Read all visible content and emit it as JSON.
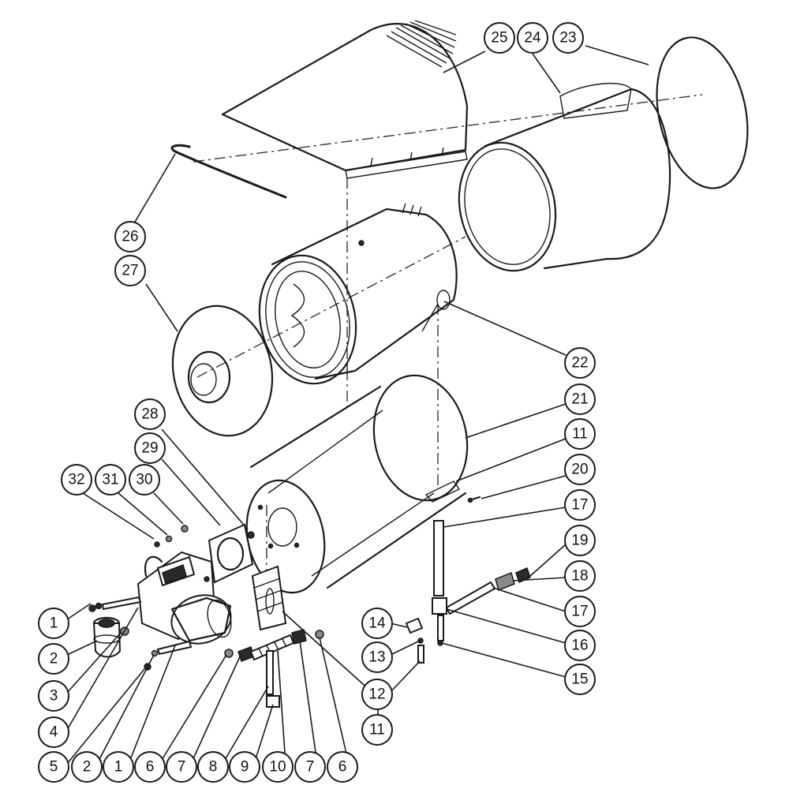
{
  "callouts": [
    {
      "id": "c25",
      "label": "25"
    },
    {
      "id": "c24",
      "label": "24"
    },
    {
      "id": "c23",
      "label": "23"
    },
    {
      "id": "c26",
      "label": "26"
    },
    {
      "id": "c27",
      "label": "27"
    },
    {
      "id": "c22",
      "label": "22"
    },
    {
      "id": "c21",
      "label": "21"
    },
    {
      "id": "c28",
      "label": "28"
    },
    {
      "id": "c29",
      "label": "29"
    },
    {
      "id": "c11a",
      "label": "11"
    },
    {
      "id": "c32",
      "label": "32"
    },
    {
      "id": "c31",
      "label": "31"
    },
    {
      "id": "c30",
      "label": "30"
    },
    {
      "id": "c20",
      "label": "20"
    },
    {
      "id": "c17a",
      "label": "17"
    },
    {
      "id": "c19",
      "label": "19"
    },
    {
      "id": "c18",
      "label": "18"
    },
    {
      "id": "c17b",
      "label": "17"
    },
    {
      "id": "c16",
      "label": "16"
    },
    {
      "id": "c15",
      "label": "15"
    },
    {
      "id": "c14",
      "label": "14"
    },
    {
      "id": "c13",
      "label": "13"
    },
    {
      "id": "c12",
      "label": "12"
    },
    {
      "id": "c11b",
      "label": "11"
    },
    {
      "id": "c1a",
      "label": "1"
    },
    {
      "id": "c2a",
      "label": "2"
    },
    {
      "id": "c3",
      "label": "3"
    },
    {
      "id": "c4",
      "label": "4"
    },
    {
      "id": "c5",
      "label": "5"
    },
    {
      "id": "c2b",
      "label": "2"
    },
    {
      "id": "c1b",
      "label": "1"
    },
    {
      "id": "c6a",
      "label": "6"
    },
    {
      "id": "c7a",
      "label": "7"
    },
    {
      "id": "c8",
      "label": "8"
    },
    {
      "id": "c9",
      "label": "9"
    },
    {
      "id": "c10",
      "label": "10"
    },
    {
      "id": "c7b",
      "label": "7"
    },
    {
      "id": "c6b",
      "label": "6"
    }
  ]
}
